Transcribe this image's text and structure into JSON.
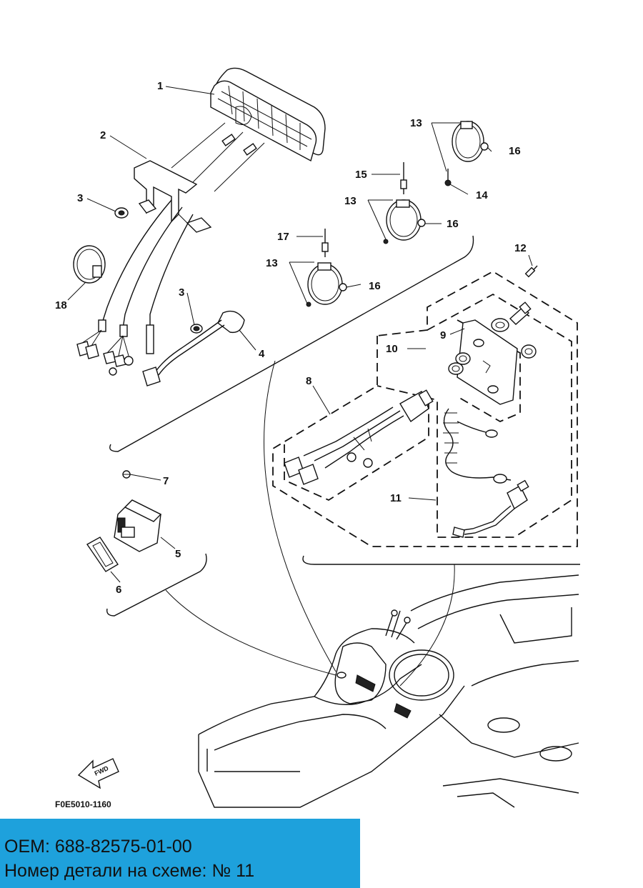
{
  "diagram": {
    "code": "F0E5010-1160",
    "fwd_label": "FWD",
    "callouts": [
      "1",
      "2",
      "3",
      "3",
      "4",
      "5",
      "6",
      "7",
      "8",
      "9",
      "10",
      "11",
      "12",
      "13",
      "13",
      "13",
      "14",
      "15",
      "16",
      "16",
      "16",
      "17",
      "18"
    ]
  },
  "banner": {
    "oem": "OEM: 688-82575-01-00",
    "part_ref": "Номер детали на схеме: № 11"
  },
  "colors": {
    "banner_bg": "#1ea1dc",
    "line": "#111111"
  }
}
